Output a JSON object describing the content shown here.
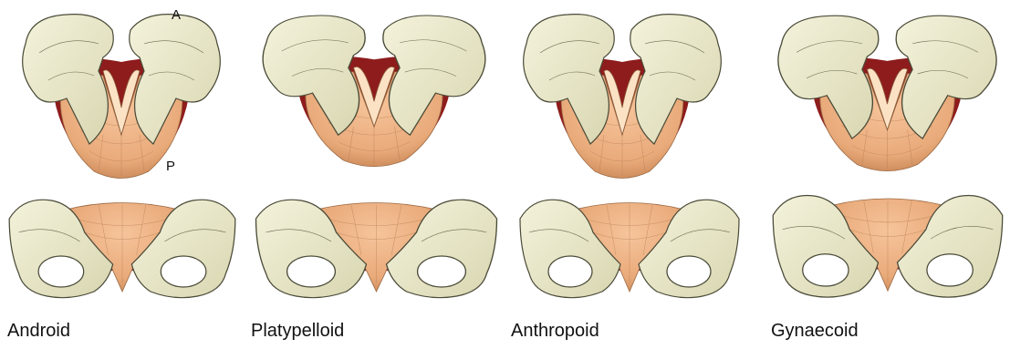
{
  "figure": {
    "pelvis_types": [
      {
        "label": "Android"
      },
      {
        "label": "Platypelloid"
      },
      {
        "label": "Anthropoid"
      },
      {
        "label": "Gynaecoid"
      }
    ],
    "orientation_markers": {
      "anterior": "A",
      "posterior": "P"
    },
    "colors": {
      "bone": "#ecebc9",
      "bone_edge": "#4a4a38",
      "muscle": "#e9aa7a",
      "muscle_dark": "#c98656",
      "membrane": "#8e1c1c"
    }
  }
}
